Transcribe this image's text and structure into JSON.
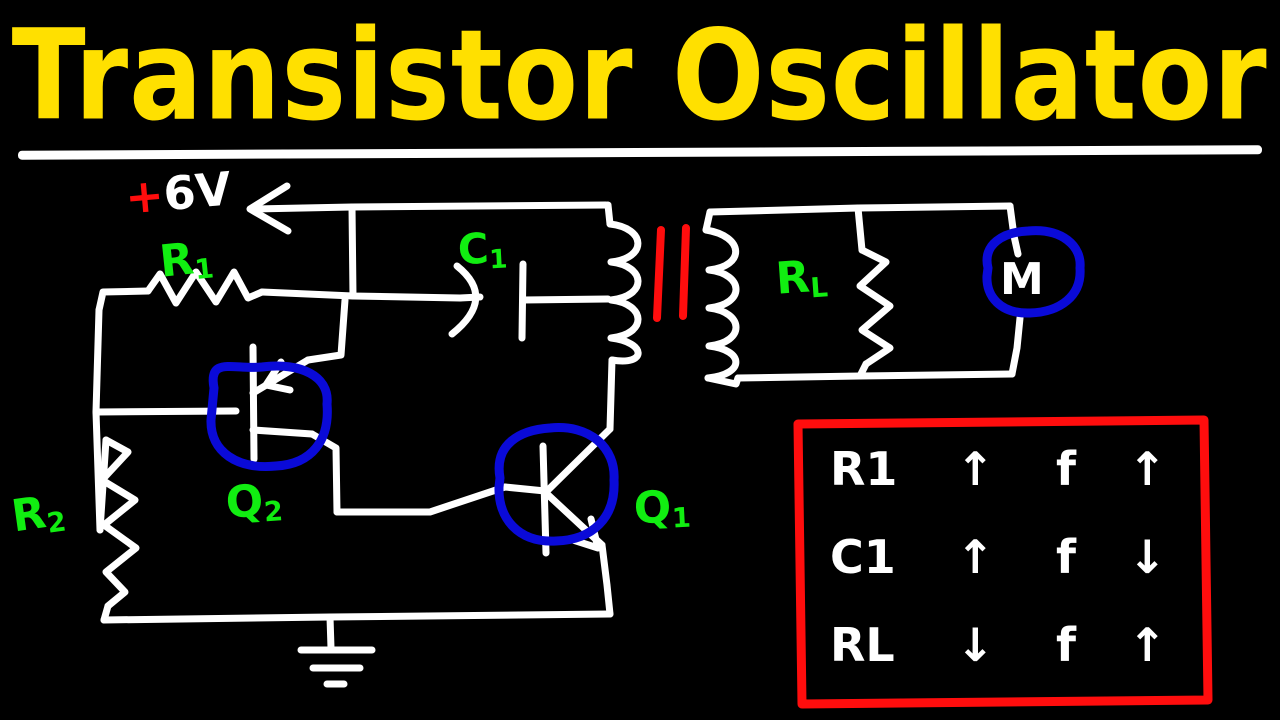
{
  "title": "Transistor Oscillator",
  "colors": {
    "background": "#000000",
    "title_yellow": "#FFE000",
    "wire_white": "#FFFFFF",
    "label_green": "#11EE11",
    "highlight_blue": "#0A0AD8",
    "accent_red": "#FF0D0D"
  },
  "circuit": {
    "supply": {
      "sign": "+",
      "value": "6V",
      "full": "+6V"
    },
    "labels": {
      "r1": {
        "base": "R",
        "sub": "1"
      },
      "r2": {
        "base": "R",
        "sub": "2"
      },
      "c1": {
        "base": "C",
        "sub": "1"
      },
      "q1": {
        "base": "Q",
        "sub": "1"
      },
      "q2": {
        "base": "Q",
        "sub": "2"
      },
      "rl": {
        "base": "R",
        "sub": "L"
      },
      "motor": "M"
    },
    "components": [
      {
        "name": "R1",
        "type": "resistor",
        "orientation": "horizontal",
        "label": "R1"
      },
      {
        "name": "R2",
        "type": "resistor",
        "orientation": "vertical",
        "label": "R2"
      },
      {
        "name": "C1",
        "type": "capacitor",
        "orientation": "horizontal",
        "label": "C1"
      },
      {
        "name": "Q1",
        "type": "transistor-npn",
        "label": "Q1",
        "highlighted": true
      },
      {
        "name": "Q2",
        "type": "transistor-pnp",
        "label": "Q2",
        "highlighted": true
      },
      {
        "name": "T1",
        "type": "transformer",
        "core": "iron",
        "core_bars": 2
      },
      {
        "name": "RL",
        "type": "resistor",
        "orientation": "vertical",
        "label": "RL"
      },
      {
        "name": "M",
        "type": "motor",
        "label": "M",
        "highlighted": true
      },
      {
        "name": "GND",
        "type": "ground",
        "bars": 3
      }
    ]
  },
  "summary_box": {
    "border_color": "#FF0D0D",
    "rows": [
      {
        "component": "R",
        "component_sub": "1",
        "component_change": "↑",
        "result": "f",
        "result_change": "↑"
      },
      {
        "component": "C",
        "component_sub": "1",
        "component_change": "↑",
        "result": "f",
        "result_change": "↓"
      },
      {
        "component": "R",
        "component_sub": "L",
        "component_change": "↓",
        "result": "f",
        "result_change": "↑"
      }
    ]
  }
}
